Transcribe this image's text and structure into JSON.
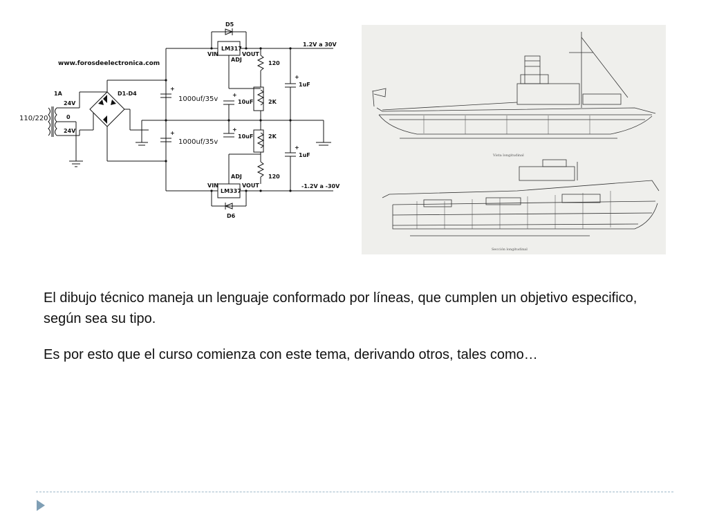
{
  "circuit": {
    "website": "www.forosdeelectronica.com",
    "fuse": "1A",
    "mains": "110/220",
    "tap_top": "24V",
    "tap_center": "0",
    "tap_bottom": "24V",
    "bridge": "D1-D4",
    "reg_pos": "LM317",
    "reg_neg": "LM337",
    "vin": "VIN",
    "vout": "VOUT",
    "adj": "ADJ",
    "diode_top": "D5",
    "diode_bottom": "D6",
    "out_pos": "1.2V a 30V",
    "out_neg": "-1.2V a -30V",
    "cap_big": "1000uf/35v",
    "cap_mid": "10uF",
    "cap_out": "1uF",
    "res_120": "120",
    "pot": "2K",
    "plus": "+"
  },
  "drawing": {
    "caption_top": "Vista longitudinal",
    "caption_bottom": "Sección longitudinal"
  },
  "body": {
    "paragraph1": "El dibujo técnico maneja un lenguaje conformado por líneas,  que cumplen un objetivo especifico,  según sea su tipo.",
    "paragraph2": "Es por esto que el curso comienza con este tema, derivando otros, tales como…"
  },
  "colors": {
    "footer_accent": "#9db7c9",
    "arrow": "#7f9fb5"
  },
  "icons": {
    "footer": "triangle-arrow-icon"
  }
}
